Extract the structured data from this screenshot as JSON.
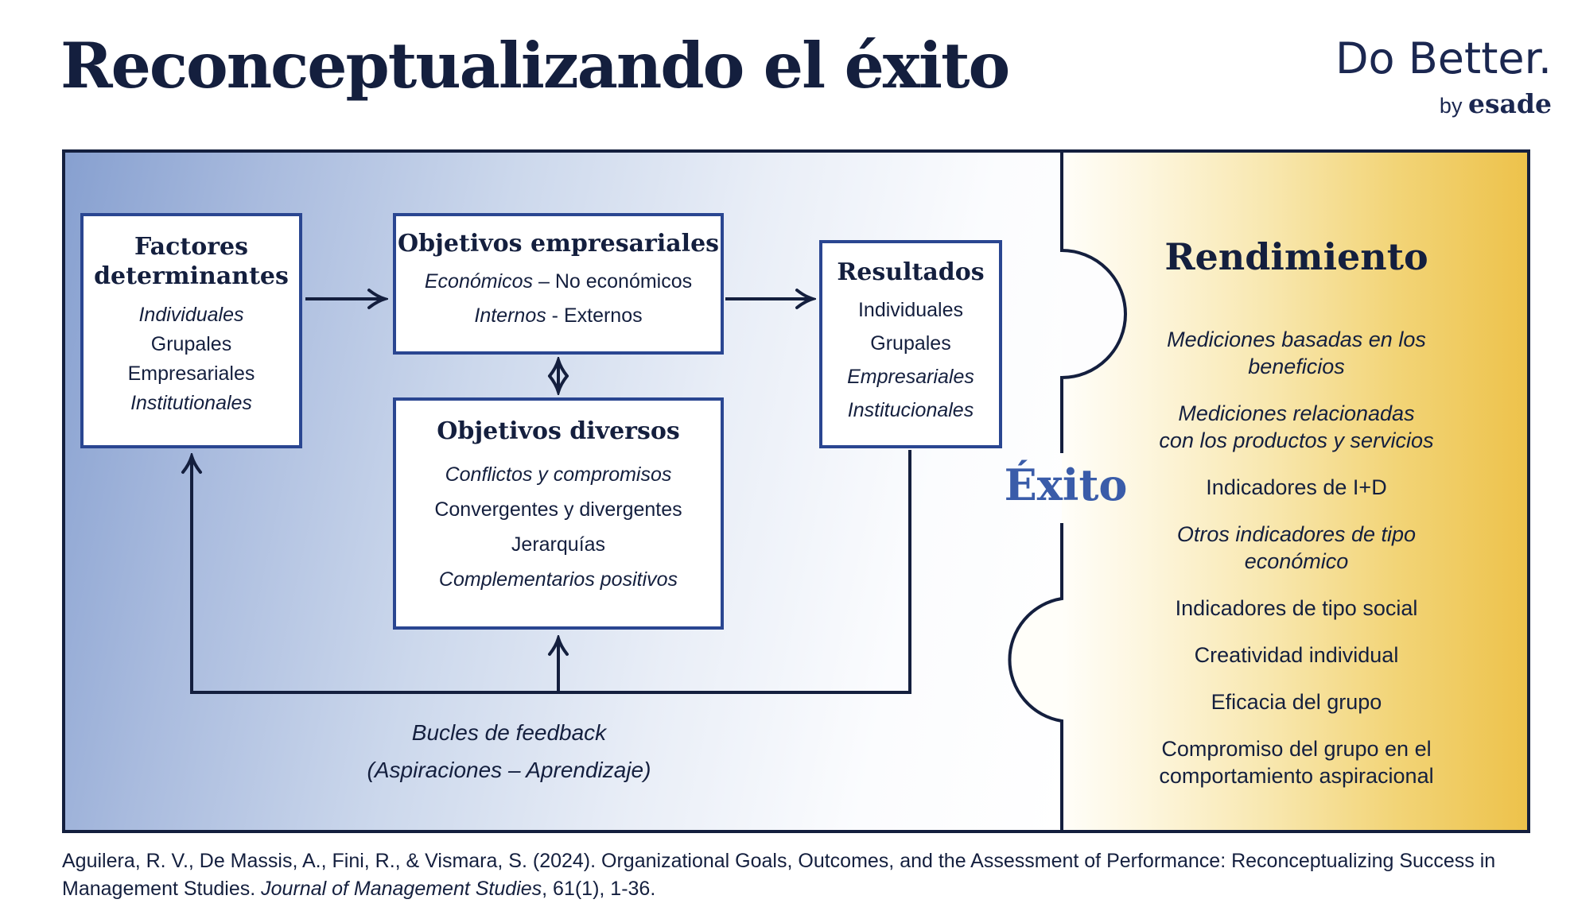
{
  "header": {
    "title": "Reconceptualizando el éxito"
  },
  "logo": {
    "do_better": "Do Better.",
    "by": "by",
    "brand": "esade"
  },
  "boxes": {
    "factores": {
      "title": "Factores\ndeterminantes",
      "items": [
        [
          {
            "t": "Individuales",
            "i": 1
          }
        ],
        [
          {
            "t": "Grupales"
          }
        ],
        [
          {
            "t": "Empresariales"
          }
        ],
        [
          {
            "t": "Institutionales",
            "i": 1
          }
        ]
      ]
    },
    "objetivos_empresariales": {
      "title": "Objetivos empresariales",
      "items": [
        [
          {
            "t": "Económicos",
            "i": 1
          },
          {
            "t": " – No económicos"
          }
        ],
        [
          {
            "t": "Internos",
            "i": 1
          },
          {
            "t": " - Externos"
          }
        ]
      ]
    },
    "resultados": {
      "title": "Resultados",
      "items": [
        [
          {
            "t": "Individuales"
          }
        ],
        [
          {
            "t": "Grupales"
          }
        ],
        [
          {
            "t": "Empresariales",
            "i": 1
          }
        ],
        [
          {
            "t": "Institucionales",
            "i": 1
          }
        ]
      ]
    },
    "objetivos_diversos": {
      "title": "Objetivos diversos",
      "items": [
        [
          {
            "t": "Conflictos y compromisos",
            "i": 1
          }
        ],
        [
          {
            "t": "Convergentes y divergentes"
          }
        ],
        [
          {
            "t": "Jerarquías"
          }
        ],
        [
          {
            "t": "Complementarios positivos",
            "i": 1
          }
        ]
      ]
    }
  },
  "exito_label": "Éxito",
  "rendimiento": {
    "title": "Rendimiento",
    "items": [
      [
        {
          "t": "Mediciones basadas en los\nbeneficios",
          "i": 1
        }
      ],
      [
        {
          "t": "Mediciones relacionadas\ncon los productos y servicios",
          "i": 1
        }
      ],
      [
        {
          "t": "Indicadores de I+D"
        }
      ],
      [
        {
          "t": "Otros indicadores de tipo\neconómico",
          "i": 1
        }
      ],
      [
        {
          "t": "Indicadores de tipo social"
        }
      ],
      [
        {
          "t": "Creatividad individual"
        }
      ],
      [
        {
          "t": "Eficacia del grupo"
        }
      ],
      [
        {
          "t": "Compromiso del grupo en el\ncomportamiento aspiracional"
        }
      ]
    ]
  },
  "feedback": {
    "line1": "Bucles de feedback",
    "line2": "(Aspiraciones – Aprendizaje)"
  },
  "citation": {
    "line1": "Aguilera, R. V., De Massis, A., Fini, R., & Vismara, S. (2024). Organizational Goals, Outcomes, and the Assessment of Performance: Reconceptualizing Success in",
    "line2_parts": [
      {
        "t": "Management Studies. "
      },
      {
        "t": "Journal of Management Studies",
        "i": 1
      },
      {
        "t": ", 61(1), 1-36."
      }
    ]
  },
  "colors": {
    "navy": "#141f3e",
    "box_border": "#2a4691",
    "exito_blue": "#3a5ca9",
    "gold": "#edc24b",
    "blue_start": "#87a0d0"
  }
}
